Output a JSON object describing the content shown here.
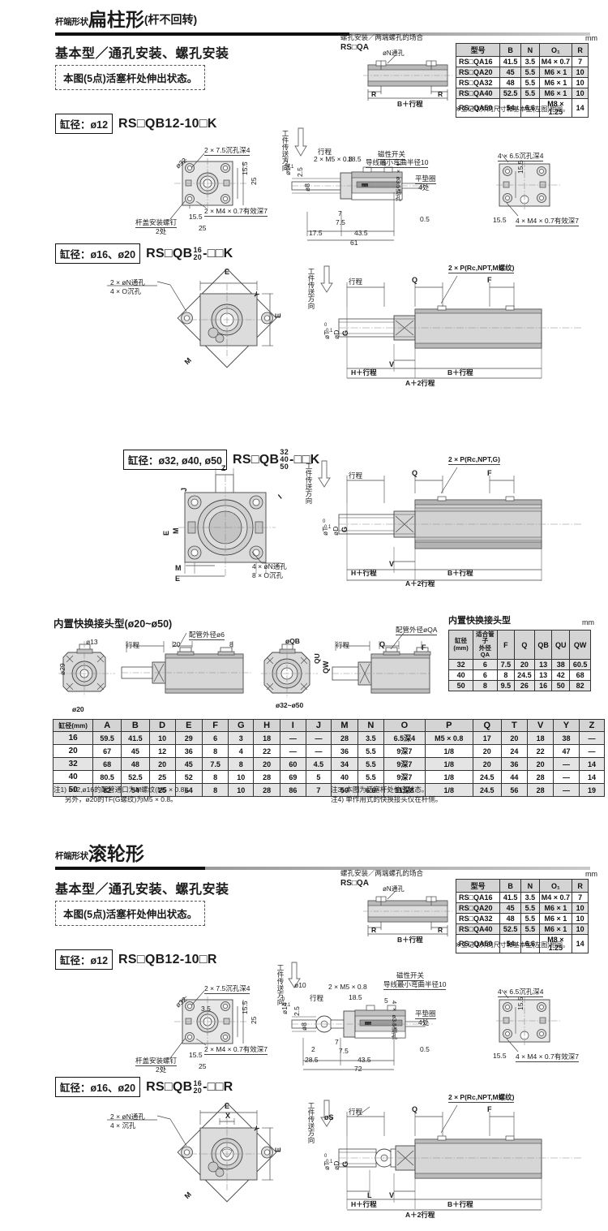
{
  "meta": {
    "unit_label": "mm"
  },
  "section1": {
    "head_small": "杆端形状",
    "head_big": "扁柱形",
    "head_paren": "(杆不回转)",
    "sub_head": "基本型／通孔安装、螺孔安装",
    "note": "本图(5点)活塞杆处伸出状态。",
    "qa_caption_line1": "螺孔安装／两端螺孔的场合",
    "qa_caption_line2": "RS□QA",
    "qa_detail_label": "øN通孔",
    "qa_dim_r": "R",
    "qa_dim_b": "B＋行程",
    "qa_note": "※上记以外的尺寸和基本型(左图)相同。",
    "bore12": {
      "tag_label": "缸径：ø12",
      "model": "RS□QB12-10□K",
      "front": {
        "counterbore": "2 × 7.5沉孔深4",
        "dia_label": "ø32",
        "thread": "2 × M4 × 0.7有效深7",
        "cap_screw_1": "杆盖安装螺钉",
        "cap_screw_2": "2处",
        "d_15_5_v": "15.5",
        "d_25_v": "25",
        "d_15_5_h": "15.5",
        "d_25_h": "25"
      },
      "side": {
        "flow": "工件传送方向",
        "stroke": "行程",
        "od14": "ø14",
        "tol": "0\n-0.1",
        "d25": "2.5",
        "od8": "ø8",
        "m5": "2 × M5 × 0.8",
        "d18_5": "18.5",
        "d5": "5",
        "switch_1": "磁性开关",
        "switch_2": "导线最小弯曲半径10",
        "holes": "4 × ø3.5通孔",
        "washer_1": "平垫圈",
        "washer_2": "4处",
        "d0_5": "0.5",
        "d7": "7",
        "d7_5": "7.5",
        "d17_5": "17.5",
        "d43_5": "43.5",
        "d61": "61"
      },
      "rear": {
        "counterbore": "4 × 6.5沉孔深4",
        "thread": "4 × M4 × 0.7有效深7",
        "d15_5_v": "15.5",
        "d15_5_h": "15.5"
      }
    },
    "bore1620": {
      "tag_label": "缸径：ø16、ø20",
      "model_pre": "RS□QB",
      "model_stack_top": "16",
      "model_stack_bot": "20",
      "model_post": "-□□K",
      "front": {
        "hole_1": "2 × øN通孔",
        "hole_2": "4 × O沉孔",
        "e_top": "E",
        "e_right": "E",
        "y": "Y",
        "m": "M"
      },
      "side": {
        "flow": "工件传送方向",
        "stroke": "行程",
        "ot": "øT",
        "tol": "0\n-0.1",
        "od": "øD",
        "g": "G",
        "q": "Q",
        "f": "F",
        "port": "2 × P(Rc,NPT,M螺纹)",
        "v": "V",
        "h": "H＋行程",
        "b": "B＋行程",
        "a": "A＋2行程"
      }
    },
    "bore324050": {
      "tag_label": "缸径：ø32, ø40, ø50",
      "model_pre": "RS□QB",
      "model_stack": [
        "32",
        "40",
        "50"
      ],
      "model_post": "-□□K",
      "front": {
        "z": "Z",
        "j": "J",
        "e": "E",
        "m": "M",
        "i": "I",
        "e_bot": "E",
        "m_bot": "M",
        "hole_1": "4 × øN通孔",
        "hole_2": "8 × O沉孔"
      },
      "side": {
        "flow": "工件传送方向",
        "stroke": "行程",
        "ot": "øT",
        "tol": "0\n-0.1",
        "od": "øD",
        "g": "G",
        "q": "Q",
        "f": "F",
        "port": "2 × P(Rc,NPT,G)",
        "v": "V",
        "h": "H＋行程",
        "b": "B＋行程",
        "a": "A＋2行程"
      }
    },
    "quick": {
      "title": "内置快换接头型(ø20~ø50)",
      "d13": "ø13",
      "d29": "ø29",
      "stroke": "行程",
      "d20": "20",
      "d8": "8",
      "tube_od": "配管外径ø6",
      "cap_20": "ø20",
      "cap_3250": "ø32~ø50",
      "qb": "øQB",
      "qu": "QU",
      "qw": "QW",
      "stroke2": "行程",
      "q": "Q",
      "f": "F",
      "tube_od2": "配管外径øQA",
      "table_title": "内置快换接头型"
    }
  },
  "section2": {
    "head_small": "杆端形状",
    "head_big": "滚轮形",
    "sub_head": "基本型／通孔安装、螺孔安装",
    "note": "本图(5点)活塞杆处伸出状态。",
    "qa_caption_line1": "螺孔安装／两端螺孔的场合",
    "qa_caption_line2": "RS□QA",
    "qa_detail_label": "øN通孔",
    "qa_dim_r": "R",
    "qa_dim_b": "B＋行程",
    "qa_note": "※上记以外的尺寸和基本型(左图)相同。",
    "bore12": {
      "tag_label": "缸径：ø12",
      "model": "RS□QB12-10□R",
      "front": {
        "counterbore": "2 × 7.5沉孔深4",
        "dia_label": "ø32",
        "thread": "2 × M4 × 0.7有效深7",
        "cap_screw_1": "杆盖安装螺钉",
        "cap_screw_2": "2处",
        "d_15_5_v": "15.5",
        "d_25_v": "25",
        "d_15_5_h": "15.5",
        "d_25_h": "25",
        "d3_5": "3.5"
      },
      "side": {
        "flow": "工件传送方向",
        "stroke": "行程",
        "od10": "ø10",
        "od14": "ø14",
        "tol": "0\n-0.1",
        "d25": "2.5",
        "od8": "ø8",
        "m5": "2 × M5 × 0.8",
        "d18_5": "18.5",
        "d5": "5",
        "switch_1": "磁性开关",
        "switch_2": "导线最小弯曲半径10",
        "holes": "4 × ø3.5通孔",
        "washer_1": "平垫圈",
        "washer_2": "4处",
        "d0_5": "0.5",
        "d2": "2",
        "d7": "7",
        "d7_5": "7.5",
        "d28_5": "28.5",
        "d43_5": "43.5",
        "d72": "72"
      },
      "rear": {
        "counterbore": "4 × 6.5沉孔深4",
        "thread": "4 × M4 × 0.7有效深7",
        "d15_5_v": "15.5",
        "d15_5_h": "15.5"
      }
    },
    "bore1620": {
      "tag_label": "缸径：ø16、ø20",
      "model_pre": "RS□QB",
      "model_stack_top": "16",
      "model_stack_bot": "20",
      "model_post": "-□□R",
      "front": {
        "hole_1": "2 × øN通孔",
        "hole_2": "4 × 沉孔",
        "e_top": "E",
        "x": "X",
        "e_right": "E",
        "y": "Y",
        "m": "M"
      },
      "side": {
        "flow": "工件传送方向",
        "stroke": "行程",
        "os": "øS",
        "ot": "øT",
        "tol": "0\n-0.1",
        "od": "øD",
        "g": "G",
        "l": "L",
        "q": "Q",
        "f": "F",
        "port": "2 × P(Rc,NPT,M螺纹)",
        "v": "V",
        "h": "H＋行程",
        "b": "B＋行程",
        "a": "A＋2行程"
      }
    }
  },
  "tables": {
    "qa_table": {
      "unit": "mm",
      "headers": [
        "型号",
        "B",
        "N",
        "O₁",
        "R"
      ],
      "rows": [
        [
          "RS□QA16",
          "41.5",
          "3.5",
          "M4 × 0.7",
          "7"
        ],
        [
          "RS□QA20",
          "45",
          "5.5",
          "M6 × 1",
          "10"
        ],
        [
          "RS□QA32",
          "48",
          "5.5",
          "M6 × 1",
          "10"
        ],
        [
          "RS□QA40",
          "52.5",
          "5.5",
          "M6 × 1",
          "10"
        ],
        [
          "RS□QA50",
          "54",
          "6.6",
          "M8 × 1.25",
          "14"
        ]
      ],
      "footnote": "※上记以外的尺寸和基本型(左图)相同。"
    },
    "main_table": {
      "headers": [
        "缸径(mm)",
        "A",
        "B",
        "D",
        "E",
        "F",
        "G",
        "H",
        "I",
        "J",
        "M",
        "N",
        "O",
        "P",
        "Q",
        "T",
        "V",
        "Y",
        "Z"
      ],
      "rows": [
        [
          "16",
          "59.5",
          "41.5",
          "10",
          "29",
          "6",
          "3",
          "18",
          "—",
          "—",
          "28",
          "3.5",
          "6.5深4",
          "M5 × 0.8",
          "17",
          "20",
          "18",
          "38",
          "—"
        ],
        [
          "20",
          "67",
          "45",
          "12",
          "36",
          "8",
          "4",
          "22",
          "—",
          "—",
          "36",
          "5.5",
          "9深7",
          "1/8",
          "20",
          "24",
          "22",
          "47",
          "—"
        ],
        [
          "32",
          "68",
          "48",
          "20",
          "45",
          "7.5",
          "8",
          "20",
          "60",
          "4.5",
          "34",
          "5.5",
          "9深7",
          "1/8",
          "20",
          "36",
          "20",
          "—",
          "14"
        ],
        [
          "40",
          "80.5",
          "52.5",
          "25",
          "52",
          "8",
          "10",
          "28",
          "69",
          "5",
          "40",
          "5.5",
          "9深7",
          "1/8",
          "24.5",
          "44",
          "28",
          "—",
          "14"
        ],
        [
          "50",
          "82",
          "54",
          "25",
          "64",
          "8",
          "10",
          "28",
          "86",
          "7",
          "50",
          "6.6",
          "11深8",
          "1/8",
          "24.5",
          "56",
          "28",
          "—",
          "19"
        ]
      ],
      "notes_left": [
        "注1) ø12,ø16的配管通口为M螺纹(M5 × 0.8)。",
        "另外，ø20的TF(G螺纹)为M5 × 0.8。"
      ],
      "notes_right": [
        "注3) 本图为活塞杆处伸出状态。",
        "注4) 单作用式的快换接头仅在杆侧。"
      ]
    },
    "quick_table": {
      "title": "内置快换接头型",
      "unit": "mm",
      "headers": [
        "缸径\n(mm)",
        "适合管子\n外径 QA",
        "F",
        "Q",
        "QB",
        "QU",
        "QW"
      ],
      "rows": [
        [
          "32",
          "6",
          "7.5",
          "20",
          "13",
          "38",
          "60.5"
        ],
        [
          "40",
          "6",
          "8",
          "24.5",
          "13",
          "42",
          "68"
        ],
        [
          "50",
          "8",
          "9.5",
          "26",
          "16",
          "50",
          "82"
        ]
      ]
    }
  }
}
